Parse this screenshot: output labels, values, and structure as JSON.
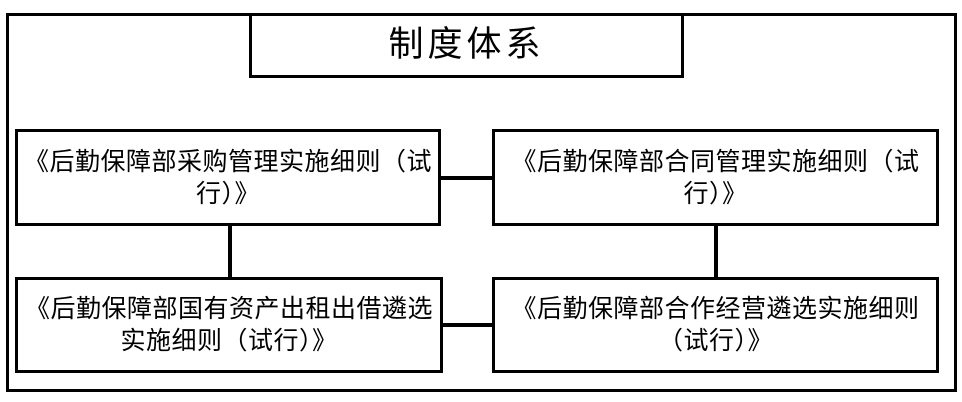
{
  "diagram": {
    "title_node": {
      "label": "制度体系"
    },
    "nodes": [
      {
        "id": "procurement",
        "label": "《后勤保障部采购管理实施细则（试行）》"
      },
      {
        "id": "contract",
        "label": "《后勤保障部合同管理实施细则（试行）》"
      },
      {
        "id": "state-asset-lease",
        "label": "《后勤保障部国有资产出租出借遴选实施细则（试行）》"
      },
      {
        "id": "cooperative-operation",
        "label": "《后勤保障部合作经营遴选实施细则（试行）》"
      }
    ],
    "connectors": [
      {
        "id": "top-horizontal",
        "from": "procurement",
        "to": "contract",
        "orientation": "horizontal"
      },
      {
        "id": "bottom-horizontal",
        "from": "state-asset-lease",
        "to": "cooperative-operation",
        "orientation": "horizontal"
      },
      {
        "id": "left-vertical",
        "from": "procurement",
        "to": "state-asset-lease",
        "orientation": "vertical"
      },
      {
        "id": "right-vertical",
        "from": "contract",
        "to": "cooperative-operation",
        "orientation": "vertical"
      }
    ],
    "colors": {
      "stroke": "#000000",
      "fill": "#ffffff",
      "text": "#000000"
    }
  }
}
